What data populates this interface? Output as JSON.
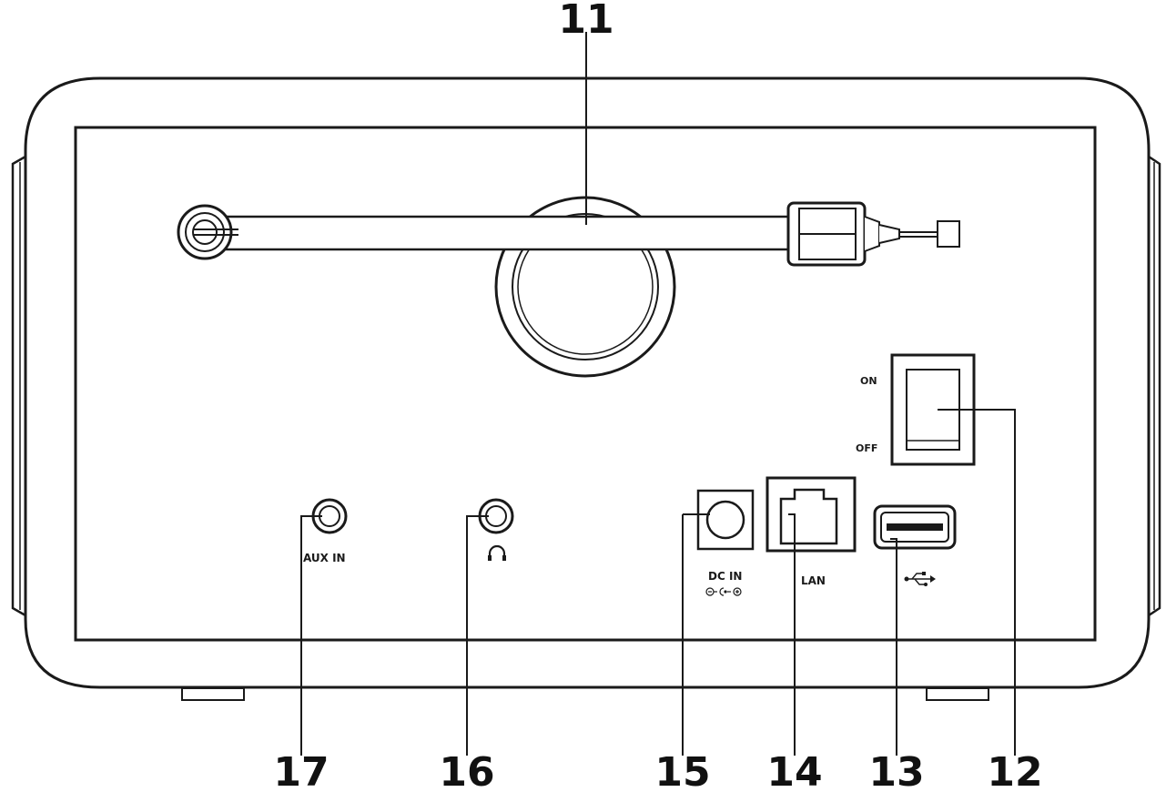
{
  "callouts": {
    "antenna": "11",
    "power_switch": "12",
    "usb": "13",
    "lan": "14",
    "dc_in": "15",
    "headphones": "16",
    "aux_in": "17"
  },
  "labels": {
    "switch_on": "ON",
    "switch_off": "OFF",
    "aux_in": "AUX IN",
    "dc_in": "DC IN",
    "lan": "LAN"
  },
  "icons": {
    "headphones": "headphones-icon",
    "usb": "usb-icon",
    "dc_polarity": "dc-polarity-icon"
  },
  "colors": {
    "stroke": "#1a1a1a",
    "background": "#ffffff"
  }
}
